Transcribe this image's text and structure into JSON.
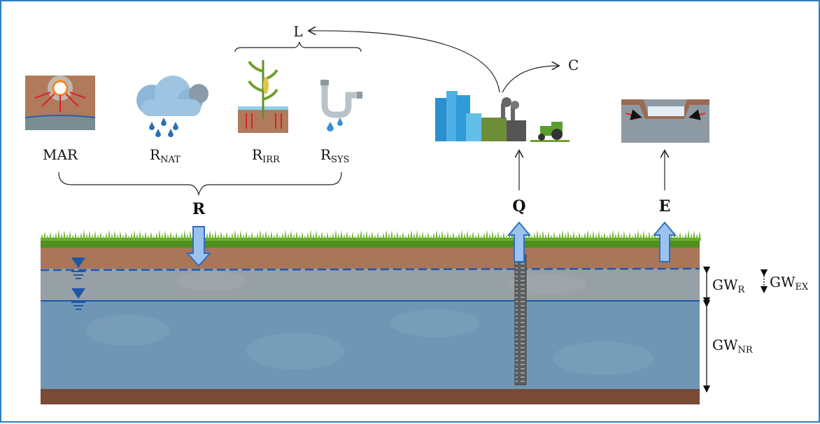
{
  "labels": {
    "L": "L",
    "C": "C",
    "MAR": "MAR",
    "R_NAT": {
      "main": "R",
      "sub": "NAT"
    },
    "R_IRR": {
      "main": "R",
      "sub": "IRR"
    },
    "R_SYS": {
      "main": "R",
      "sub": "SYS"
    },
    "R": "R",
    "Q": "Q",
    "E": "E",
    "GW_R": {
      "main": "GW",
      "sub": "R"
    },
    "GW_EX": {
      "main": "GW",
      "sub": "EX"
    },
    "GW_NR": {
      "main": "GW",
      "sub": "NR"
    }
  },
  "colors": {
    "frame": "#2f7fc1",
    "soil": "#a9765a",
    "bedrock": "#7a4a36",
    "reservoir_unsat": "#9aa3a6",
    "saturated_zone": "#6f97b5",
    "water_table": "#1f57a8",
    "arrow_fill": "#9cc3ef",
    "arrow_stroke": "#2f6fbf",
    "grass": "#4f8f1e"
  },
  "icons": [
    "mar-icon",
    "rain-cloud-icon",
    "irrigation-plant-icon",
    "leaking-pipe-icon",
    "city-industry-farm-icon",
    "river-channel-icon",
    "water-table-symbol-icon",
    "well-screen-icon"
  ]
}
